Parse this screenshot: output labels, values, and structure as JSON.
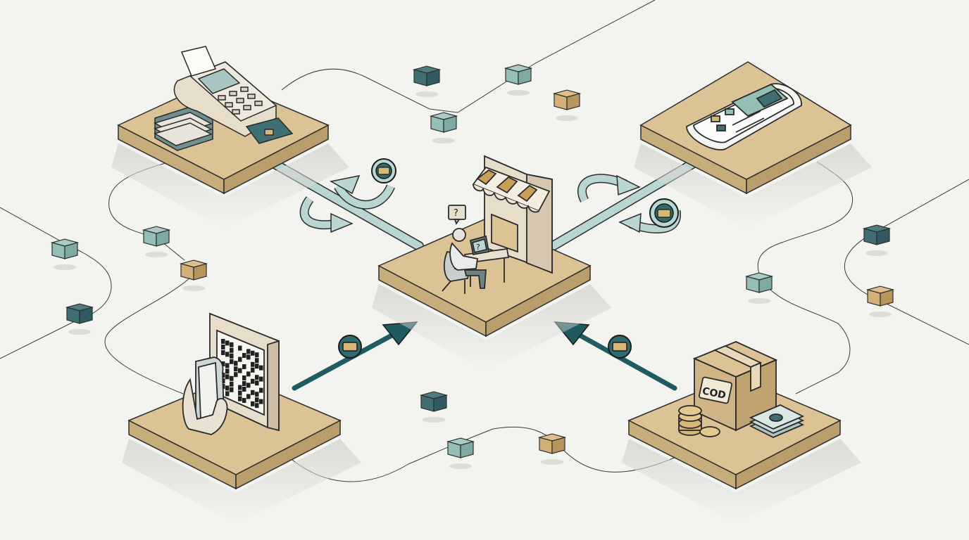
{
  "diagram": {
    "hub": {
      "name": "merchant-store",
      "question_marks": [
        "?",
        "?"
      ]
    },
    "nodes": [
      {
        "id": "card-terminal",
        "icon": "card-terminal-icon"
      },
      {
        "id": "mobile-wallet",
        "icon": "mobile-wallet-icon"
      },
      {
        "id": "qr-payment",
        "icon": "qr-code-icon"
      },
      {
        "id": "cash-on-delivery",
        "icon": "cod-box-icon",
        "label": "COD"
      }
    ],
    "flows": [
      {
        "from": "card-terminal",
        "to": "merchant-store",
        "style": "two-way-refresh"
      },
      {
        "from": "mobile-wallet",
        "to": "merchant-store",
        "style": "two-way-refresh"
      },
      {
        "from": "qr-payment",
        "to": "merchant-store",
        "style": "one-way-arrow"
      },
      {
        "from": "cash-on-delivery",
        "to": "merchant-store",
        "style": "one-way-arrow"
      }
    ]
  },
  "colors": {
    "background": "#f3f3f0",
    "platform_top": "#dcc396",
    "platform_side": "#c8ad7c",
    "teal_light": "#93bfb7",
    "teal_dark": "#3f6e73",
    "arrow_dark": "#1f5b60",
    "connector_light": "#b9d6d2",
    "tan_cube": "#d2b078",
    "outline": "#2d2d2d"
  }
}
